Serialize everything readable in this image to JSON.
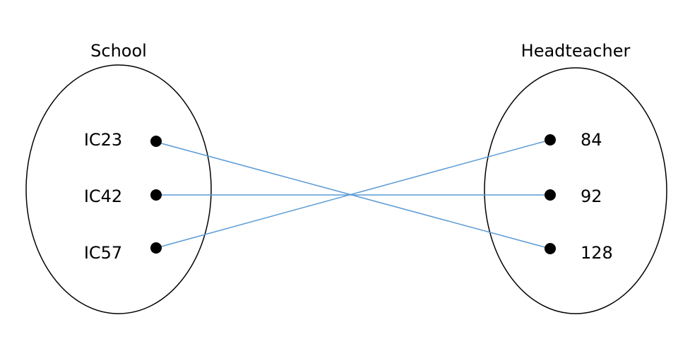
{
  "domain_set": {
    "title": "School",
    "elements": [
      "IC23",
      "IC42",
      "IC57"
    ]
  },
  "codomain_set": {
    "title": "Headteacher",
    "elements": [
      "84",
      "92",
      "128"
    ]
  },
  "mappings": [
    {
      "from": "IC23",
      "to": "128"
    },
    {
      "from": "IC42",
      "to": "92"
    },
    {
      "from": "IC57",
      "to": "84"
    }
  ],
  "colors": {
    "line": "#5b9bd5",
    "outline": "#000000",
    "dot": "#000000"
  }
}
